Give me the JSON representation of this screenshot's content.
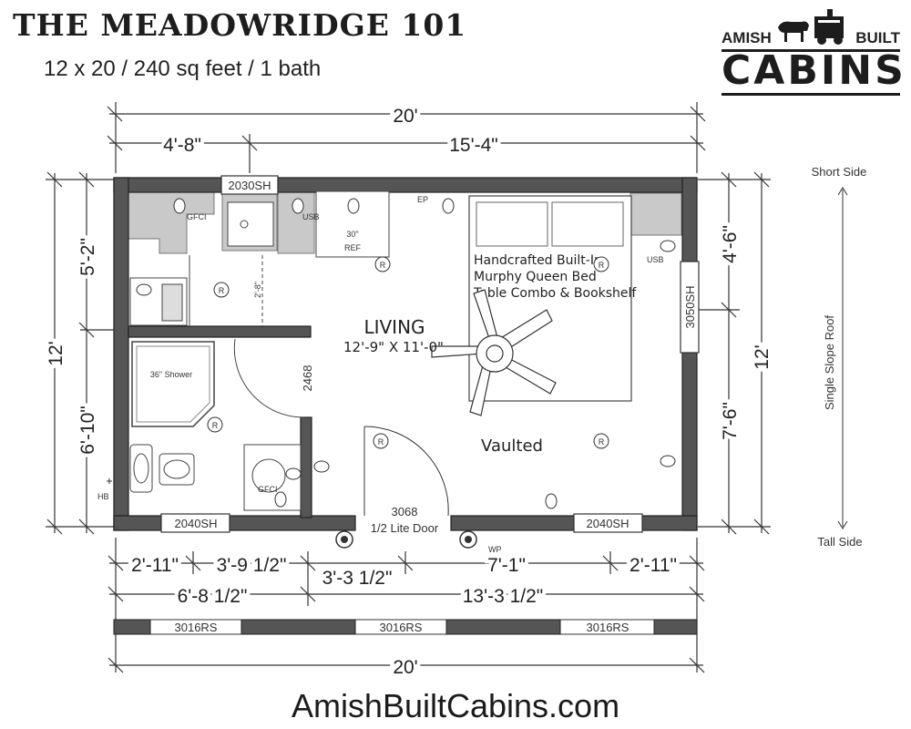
{
  "header": {
    "title": "THE MEADOWRIDGE 101",
    "subtitle": "12 x 20 / 240 sq feet / 1 bath"
  },
  "logo": {
    "word_left": "AMISH",
    "word_right": "BUILT",
    "word_main": "CABINS"
  },
  "footer": {
    "website": "AmishBuiltCabins.com"
  },
  "dimensions": {
    "top_total": "20'",
    "top_left": "4'-8\"",
    "top_right": "15'-4\"",
    "left_total": "12'",
    "left_upper": "5'-2\"",
    "left_lower": "6'-10\"",
    "right_total": "12'",
    "right_upper": "4'-6\"",
    "right_lower": "7'-6\"",
    "bottom_row1": [
      "2'-11\"",
      "3'-9 1/2\"",
      "3'-3 1/2\"",
      "7'-1\"",
      "2'-11\""
    ],
    "bottom_row2": [
      "6'-8 1/2\"",
      "13'-3 1/2\""
    ],
    "bottom_total": "20'"
  },
  "windows": {
    "top": "2030SH",
    "right": "3050SH",
    "bottom_left": "2040SH",
    "bottom_right": "2040SH",
    "rear": [
      "3016RS",
      "3016RS",
      "3016RS"
    ]
  },
  "door": {
    "code": "3068",
    "label": "1/2 Lite Door"
  },
  "interior_door": "2468",
  "rooms": {
    "living": "LIVING",
    "living_size": "12'-9\" X 11'-0\"",
    "vaulted": "Vaulted",
    "shower": "36\" Shower",
    "ref_size": "30\"",
    "ref": "REF",
    "hall_dim": "2'-8\""
  },
  "notes": {
    "bed": [
      "Handcrafted Built-In",
      "Murphy Queen Bed",
      "Table Combo & Bookshelf"
    ]
  },
  "symbols": {
    "gfci": "GFCI",
    "usb": "USB",
    "ep": "EP",
    "hb": "HB",
    "wp": "WP",
    "receptacle": "R"
  },
  "roof": {
    "short_side": "Short Side",
    "tall_side": "Tall Side",
    "label": "Single Slope Roof"
  }
}
